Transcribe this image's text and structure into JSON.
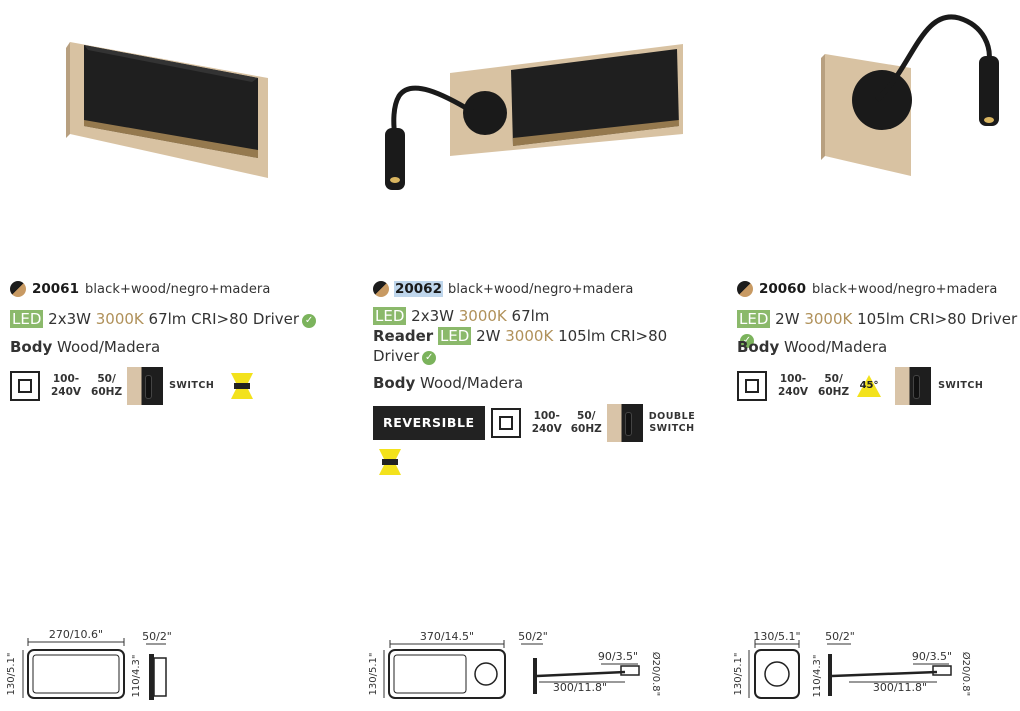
{
  "products": [
    {
      "code": "20061",
      "finish": "black+wood/negro+madera",
      "led_badge": "LED",
      "power": "2x3W",
      "cct": "3000K",
      "spec_tail": "67lm CRI>80 Driver",
      "body_label": "Body",
      "body_value": "Wood/Madera",
      "volt_1": "100-",
      "volt_2": "240V",
      "hz_1": "50/",
      "hz_2": "60HZ",
      "switch_label": "SWITCH",
      "dims": {
        "width": "270/10.6\"",
        "height": "130/5.1\"",
        "depth": "50/2\"",
        "side_height": "110/4.3\""
      }
    },
    {
      "code": "20062",
      "finish": "black+wood/negro+madera",
      "led_badge": "LED",
      "power": "2x3W",
      "cct": "3000K",
      "spec_tail": "67lm",
      "reader_label": "Reader",
      "reader_led_badge": "LED",
      "reader_power": "2W",
      "reader_cct": "3000K",
      "reader_tail_1": "105lm CRI>80",
      "reader_tail_2": "Driver",
      "body_label": "Body",
      "body_value": "Wood/Madera",
      "reversible_label": "REVERSIBLE",
      "volt_1": "100-",
      "volt_2": "240V",
      "hz_1": "50/",
      "hz_2": "60HZ",
      "switch_label_1": "DOUBLE",
      "switch_label_2": "SWITCH",
      "dims": {
        "width": "370/14.5\"",
        "height": "130/5.1\"",
        "depth": "50/2\"",
        "arm": "90/3.5\"",
        "arm_length": "300/11.8\"",
        "diameter": "Ø20/0.8\""
      }
    },
    {
      "code": "20060",
      "finish": "black+wood/negro+madera",
      "led_badge": "LED",
      "power": "2W",
      "cct": "3000K",
      "spec_tail": "105lm CRI>80 Driver",
      "body_label": "Body",
      "body_value": "Wood/Madera",
      "volt_1": "100-",
      "volt_2": "240V",
      "hz_1": "50/",
      "hz_2": "60HZ",
      "angle": "45°",
      "switch_label": "SWITCH",
      "dims": {
        "width": "130/5.1\"",
        "height": "130/5.1\"",
        "depth": "50/2\"",
        "side_height": "110/4.3\"",
        "arm": "90/3.5\"",
        "arm_length": "300/11.8\"",
        "diameter": "Ø20/0.8\""
      }
    }
  ],
  "colors": {
    "led_green": "#8bb96b",
    "cct_gold": "#b0915a",
    "wood": "#d8c2a2",
    "black": "#1e1e1e",
    "code_highlight": "#bfd6ec",
    "light_yellow": "#f3e21c"
  }
}
